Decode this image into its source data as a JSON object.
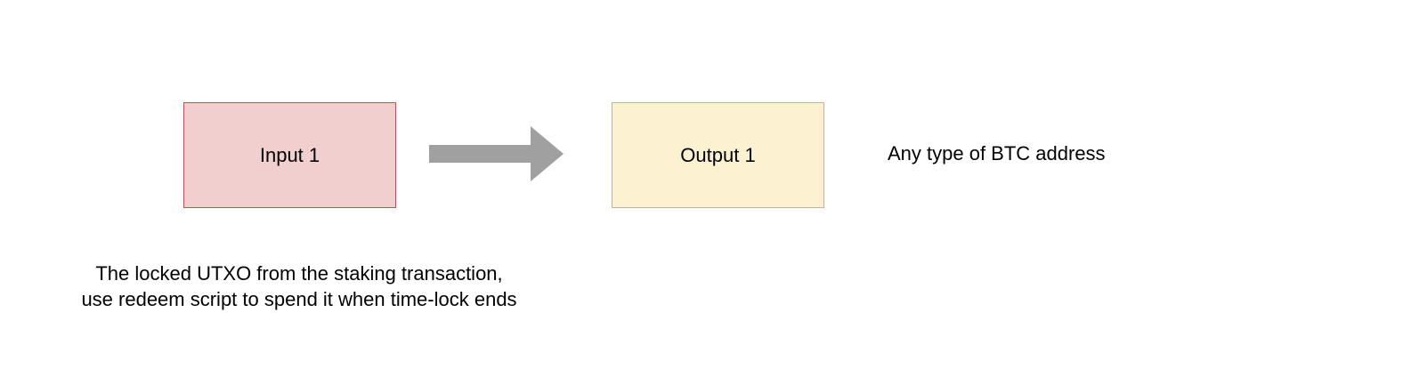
{
  "nodes": {
    "input": {
      "label": "Input 1",
      "fill": "#f2cfcf",
      "stroke": "#b85450"
    },
    "output": {
      "label": "Output 1",
      "fill": "#fcf2d1",
      "stroke": "#d6b656"
    }
  },
  "arrow": {
    "color": "#a0a0a0"
  },
  "annotations": {
    "output_note": "Any type of BTC address",
    "input_note_line1": "The locked UTXO from the staking transaction,",
    "input_note_line2": "use redeem script to spend it when time-lock ends"
  }
}
